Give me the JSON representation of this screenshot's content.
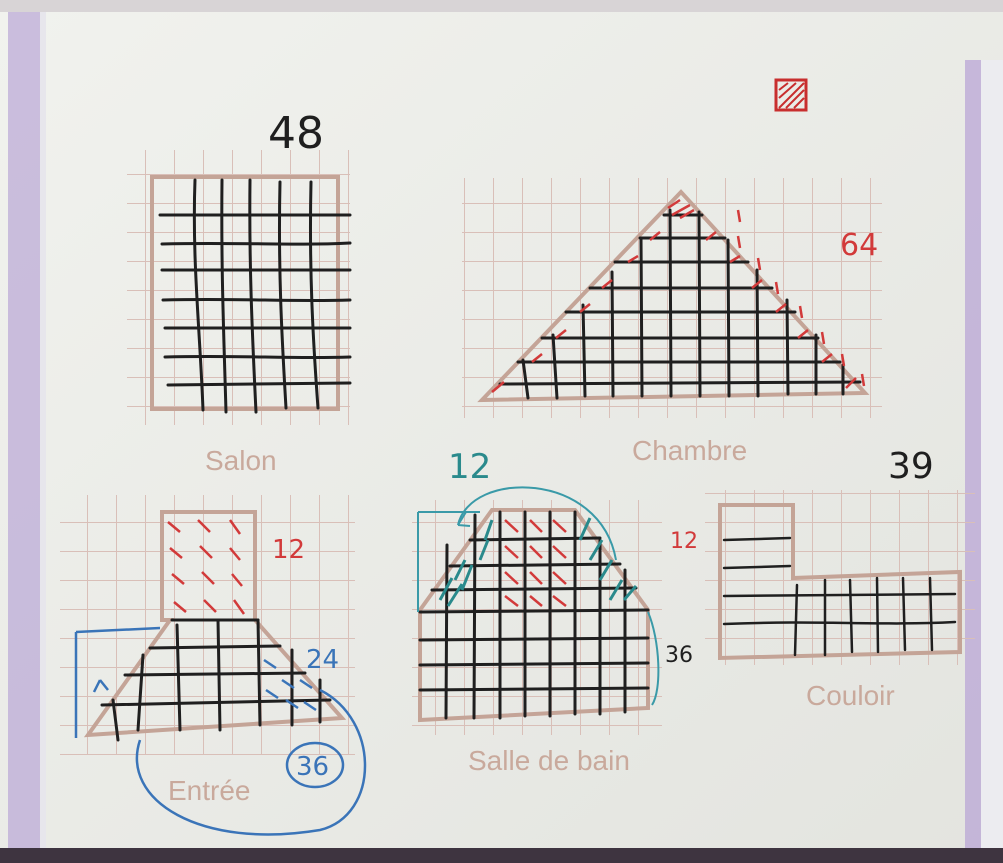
{
  "rooms": [
    {
      "name": "Salon",
      "total": "48"
    },
    {
      "name": "Chambre",
      "total": "64"
    },
    {
      "name": "Entrée",
      "total": "36",
      "upper": "12",
      "lower": "24"
    },
    {
      "name": "Salle de bain",
      "top": "12",
      "bottom": "36"
    },
    {
      "name": "Couloir",
      "total": "39",
      "upper": "12"
    }
  ],
  "colors": {
    "board": "#e8e9e4",
    "grid": "#d9bfb8",
    "outline": "#c4a497",
    "pen_black": "#1f1f1f",
    "pen_red": "#d23a3a",
    "pen_blue": "#3a74b8",
    "pen_teal": "#2a8a8c",
    "frame_purple": "#b9a6d6"
  },
  "icons": [
    "red-hatched-square-icon"
  ]
}
